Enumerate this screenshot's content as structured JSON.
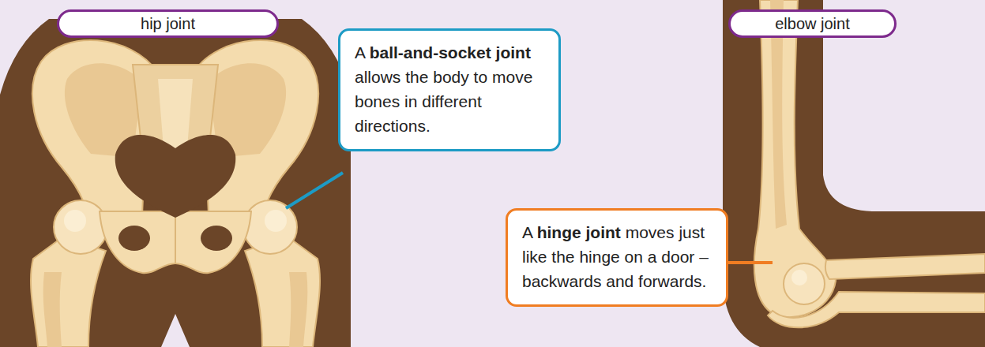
{
  "diagram": {
    "nodes": [
      {
        "text": [
          "hip joint"
        ]
      },
      {
        "text": [
          "A ball-and-socket joint allows the body to move bones in different directions."
        ]
      },
      {
        "text": [
          "elbow joint"
        ]
      },
      {
        "text": [
          "A hinge joint moves just like the hinge on a door – backwards and forwards."
        ]
      }
    ]
  }
}
